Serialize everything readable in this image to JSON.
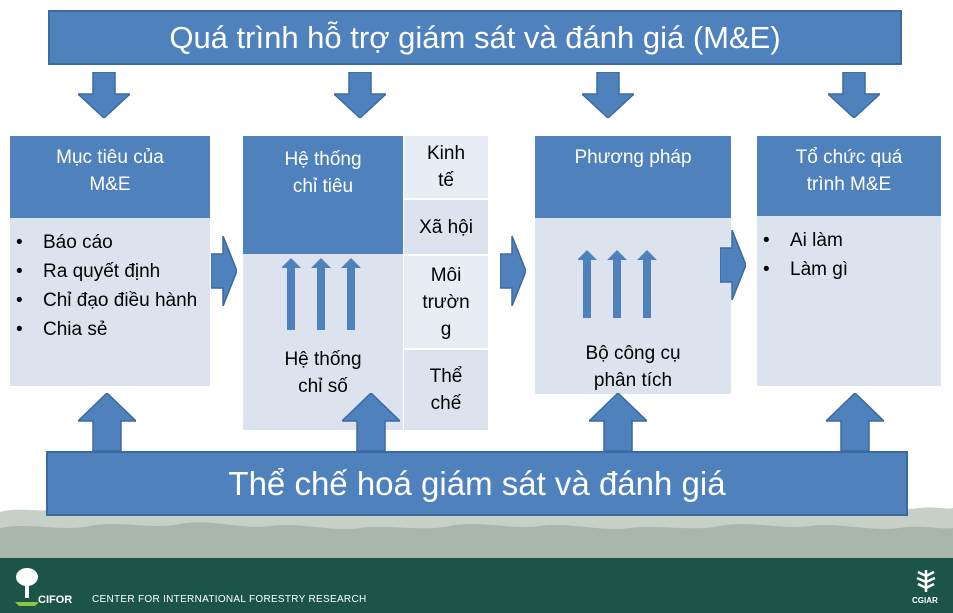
{
  "top_banner": "Quá trình hỗ trợ giám sát và đánh giá (M&E)",
  "bottom_banner": "Thể chế hoá giám sát và đánh giá",
  "col1": {
    "header": [
      "Mục tiêu của",
      "M&E"
    ],
    "items": [
      "Báo cáo",
      "Ra quyết định",
      "Chỉ đạo điều hành",
      "Chia sẻ"
    ]
  },
  "col2": {
    "header": [
      "Hệ thống",
      "chỉ tiêu"
    ],
    "body": [
      "Hệ thống",
      "chỉ số"
    ],
    "side": {
      "kinh_te": [
        "Kinh",
        "tế"
      ],
      "xa_hoi": "Xã hội",
      "moi_truong": [
        "Môi",
        "trườn",
        "g"
      ],
      "the_che": [
        "Thể",
        "chế"
      ]
    }
  },
  "col3": {
    "header": "Phương pháp",
    "body": [
      "Bộ công cụ",
      "phân tích"
    ]
  },
  "col4": {
    "header": [
      "Tổ chức quá",
      "trình M&E"
    ],
    "items": [
      "Ai làm",
      "Làm gì"
    ]
  },
  "footer": {
    "org_name": "CENTER FOR INTERNATIONAL FORESTRY RESEARCH",
    "cifor_logo_text": "CIFOR",
    "cgiar_logo_text": "CGIAR"
  },
  "colors": {
    "primary_blue": "#4f81bd",
    "light_blue": "#dce3ef",
    "footer_green": "#1d5448"
  }
}
